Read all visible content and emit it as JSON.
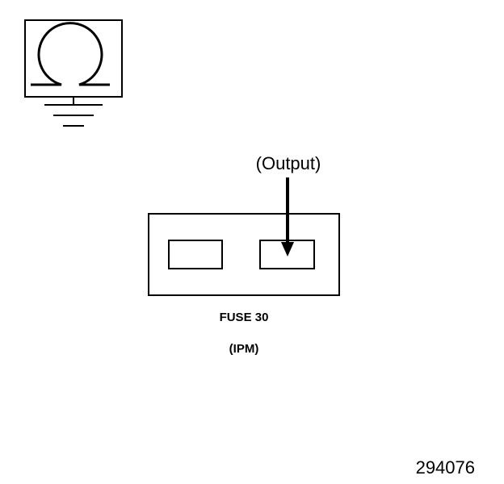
{
  "output_label": "(Output)",
  "fuse_label": "FUSE 30",
  "location_label": "(IPM)",
  "figure_id": "294076",
  "icons": {
    "meter": "ohmmeter-icon",
    "ground": "ground-icon"
  },
  "colors": {
    "line": "#000000",
    "background": "#ffffff"
  }
}
